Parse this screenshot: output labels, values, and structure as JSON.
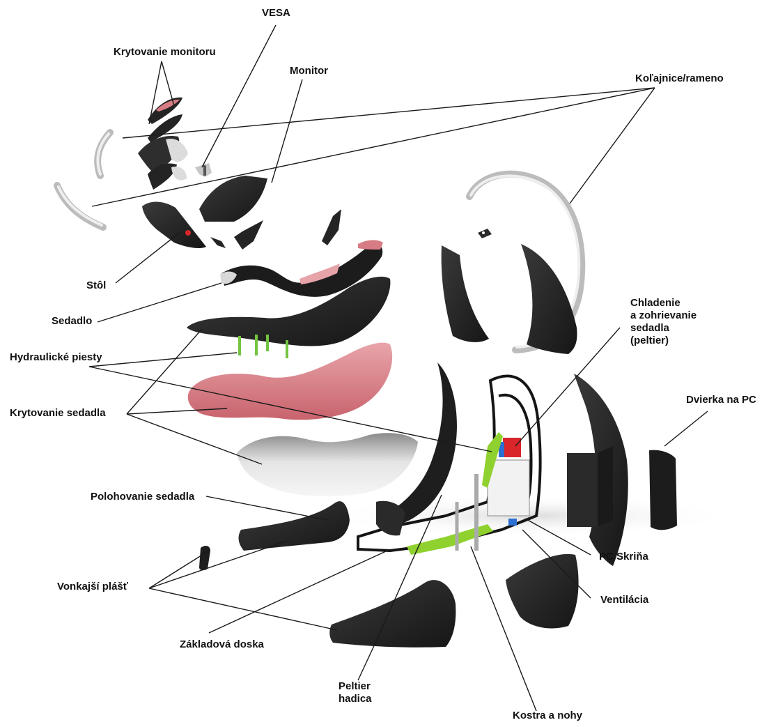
{
  "labels": {
    "vesa": "VESA",
    "krytovanie_monitoru": "Krytovanie monitoru",
    "monitor": "Monitor",
    "kolajnice": "Koľajnice/rameno",
    "stol": "Stôl",
    "sedadlo": "Sedadlo",
    "chladenie": "Chladenie\na zohrievanie\nsedadla\n(peltier)",
    "hydraulicke": "Hydraulické piesty",
    "krytovanie_sedadla": "Krytovanie sedadla",
    "dvierka": "Dvierka na PC",
    "polohovanie": "Polohovanie sedadla",
    "pc_skrina": "PC Skriňa",
    "vonkajsi": "Vonkajší plášť",
    "ventilacia": "Ventilácia",
    "zakladova": "Základová doska",
    "peltier_hadica": "Peltier\nhadica",
    "kostra": "Kostra a nohy"
  },
  "colors": {
    "shell": "#242424",
    "seat_cover": "#d77c84",
    "rail": "#bcbcbc",
    "frame_accent": "#8fd12e",
    "peltier_red": "#d9262b",
    "peltier_blue": "#2a6fd1"
  }
}
